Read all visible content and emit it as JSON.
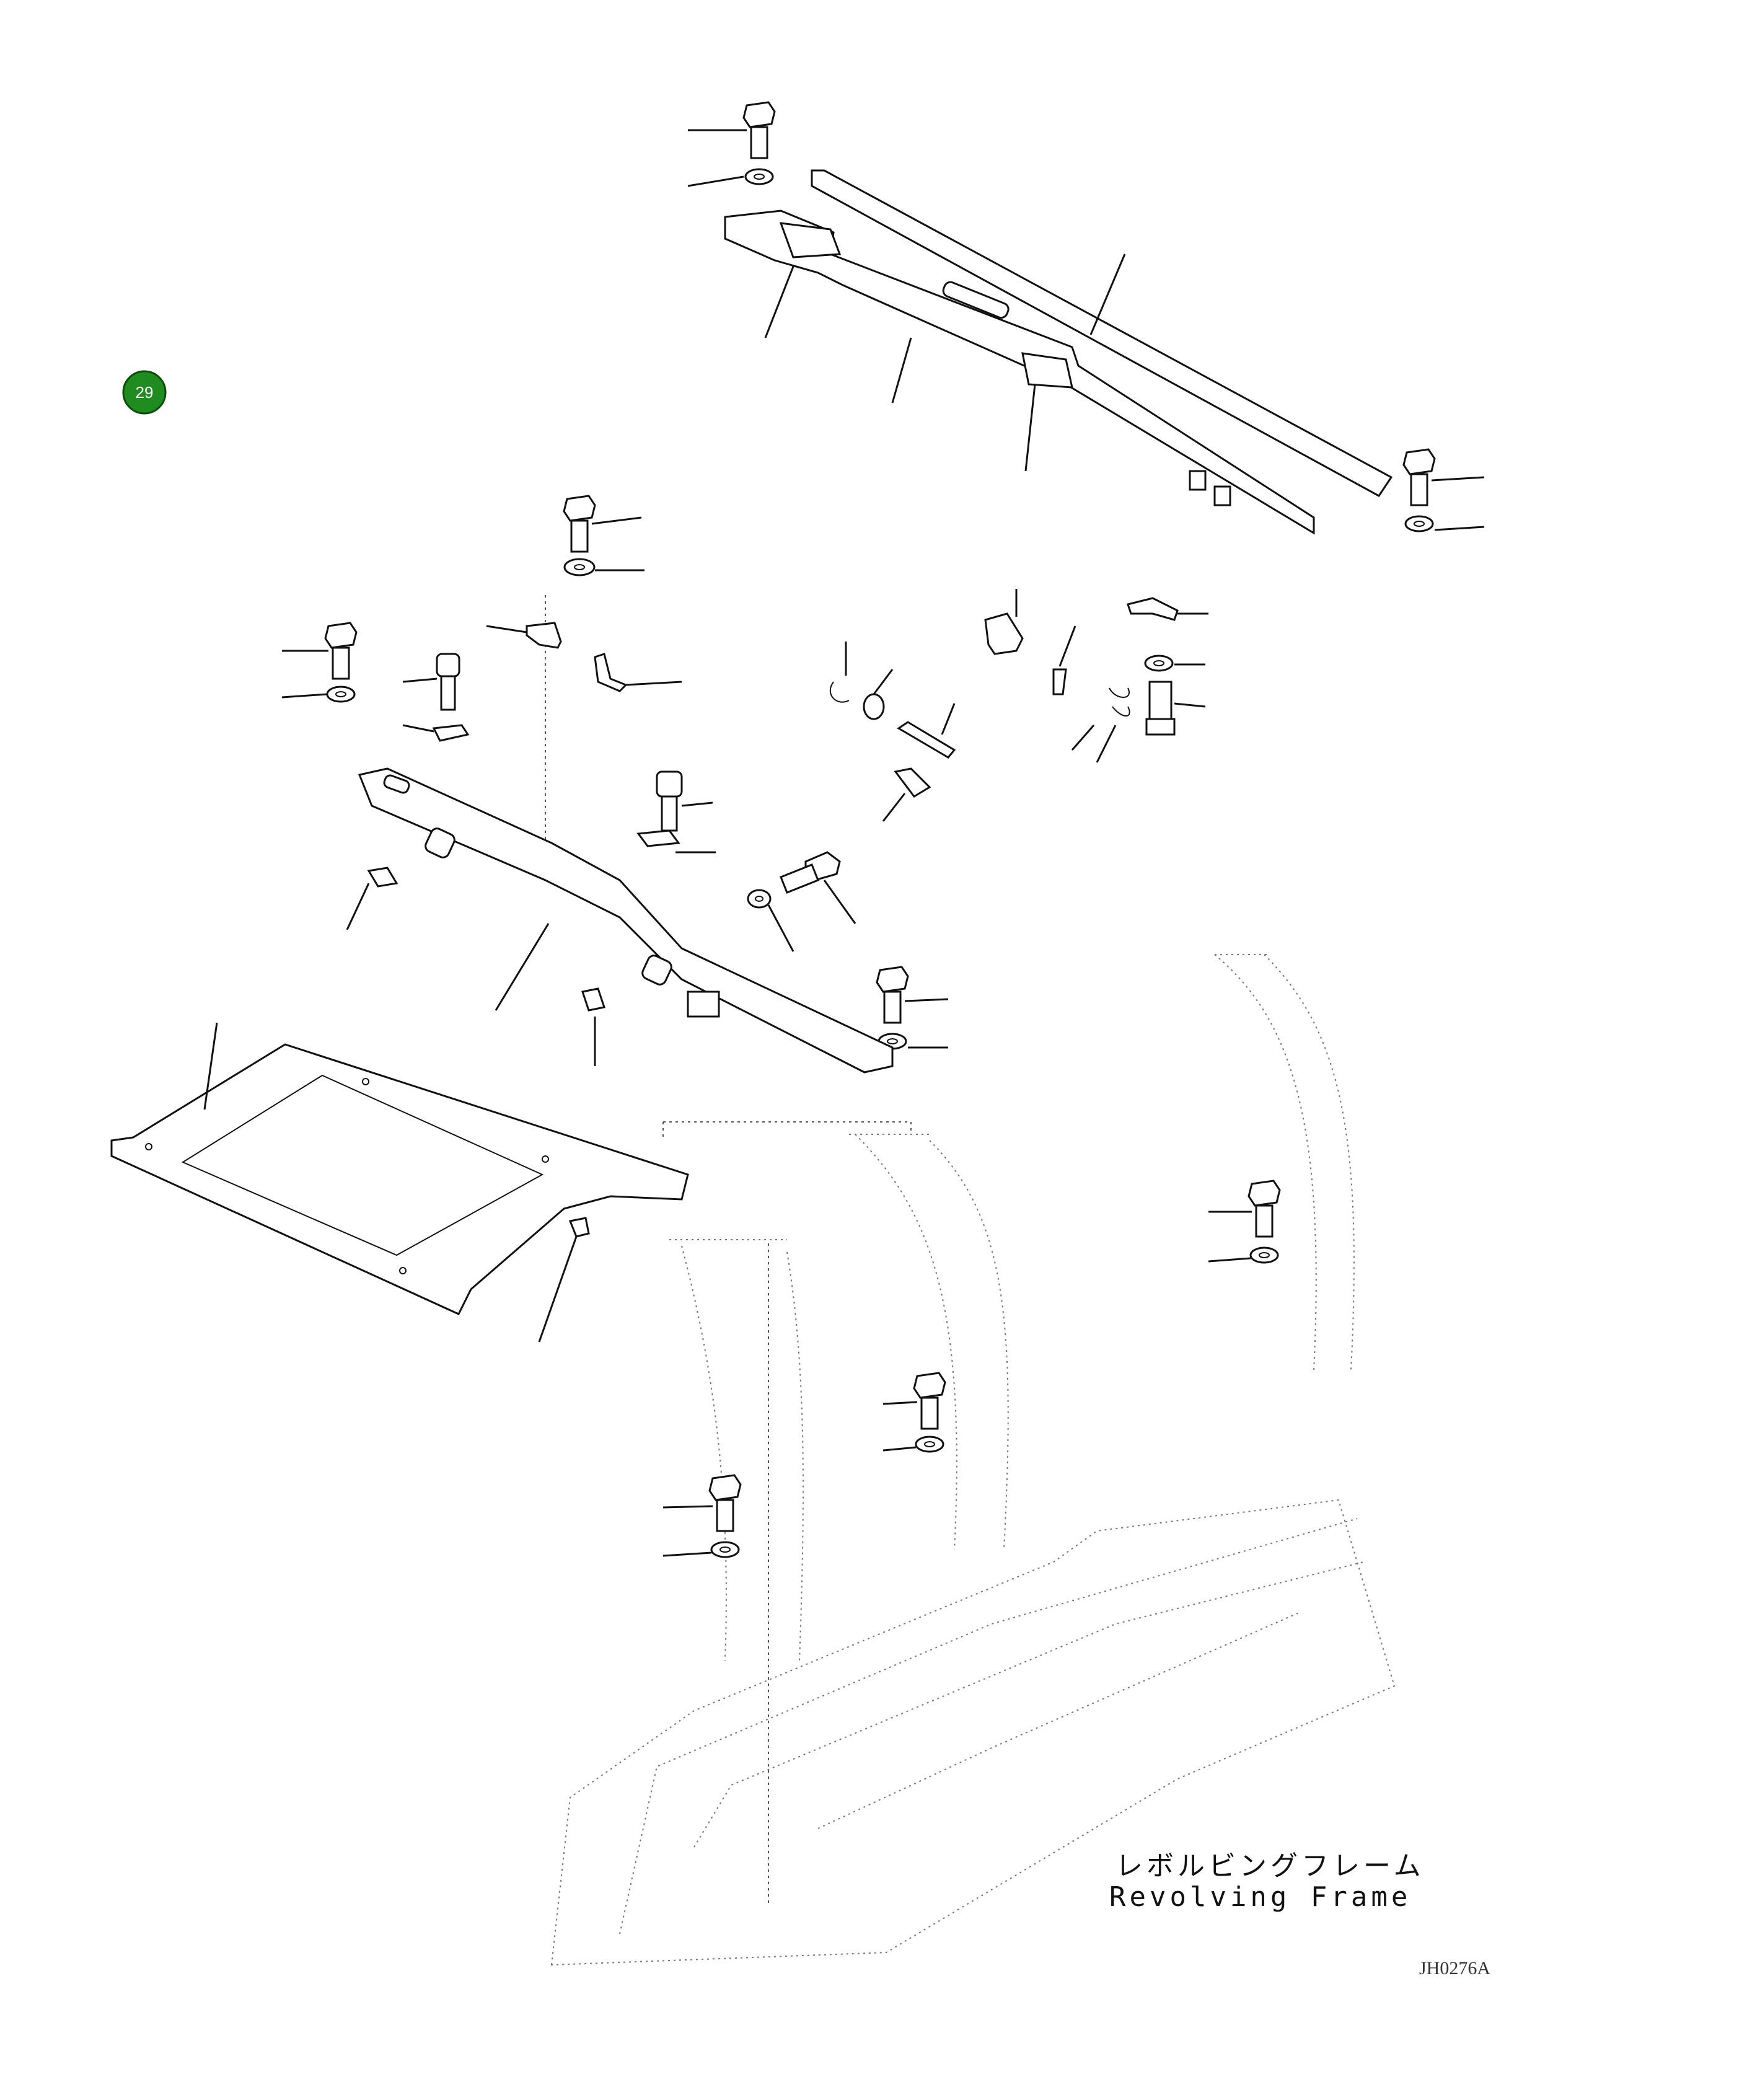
{
  "callout": {
    "number": "29",
    "color": "#1e8c1e"
  },
  "frame_label": {
    "japanese": "レボルビングフレーム",
    "english": "Revolving Frame"
  },
  "drawing_code": "JH0276A",
  "icons": [
    "bolt-icon",
    "washer-icon",
    "bracket-icon",
    "pin-icon",
    "clip-icon"
  ]
}
